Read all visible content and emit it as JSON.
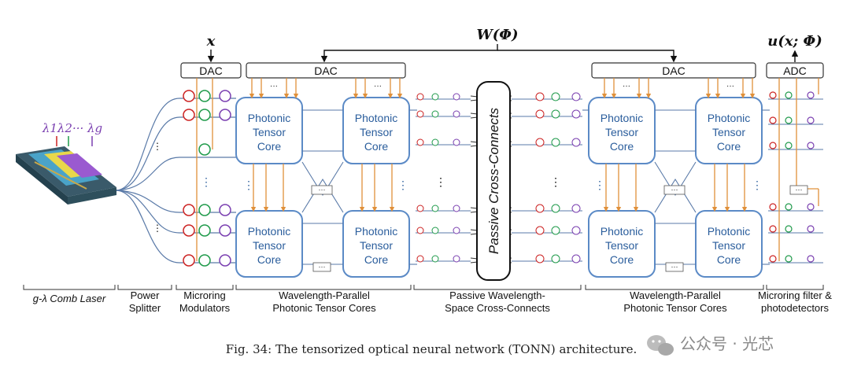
{
  "top": {
    "x_label": "x",
    "w_label": "W(Φ)",
    "u_label": "u(x; Φ)"
  },
  "buses": {
    "dac_1": "DAC",
    "dac_2": "DAC",
    "dac_3": "DAC",
    "adc": "ADC"
  },
  "laser": {
    "wavelengths": "λ1λ2··· λg"
  },
  "cores": {
    "line1": "Photonic",
    "line2": "Tensor",
    "line3": "Core"
  },
  "cross_connect": {
    "label": "Passive Cross-Connects"
  },
  "sections": [
    {
      "lines": [
        "g-λ Comb Laser"
      ]
    },
    {
      "lines": [
        "Power",
        "Splitter"
      ]
    },
    {
      "lines": [
        "Microring",
        "Modulators"
      ]
    },
    {
      "lines": [
        "Wavelength-Parallel",
        "Photonic Tensor Cores"
      ]
    },
    {
      "lines": [
        "Passive Wavelength-",
        "Space Cross-Connects"
      ]
    },
    {
      "lines": [
        "Wavelength-Parallel",
        "Photonic Tensor Cores"
      ]
    },
    {
      "lines": [
        "Microring filter &",
        "photodetectors"
      ]
    }
  ],
  "caption": "Fig. 34: The tensorized optical neural network (TONN) architecture.",
  "watermark": "公众号 · 光芯",
  "colors": {
    "core_border": "#5b8ac6",
    "core_text": "#2a5d9c",
    "orange": "#e0903a",
    "red": "#cc2222",
    "green": "#1f9a4a",
    "purple": "#7a3fb0",
    "line": "#5a7aa8"
  },
  "icons": [
    "laser-chip-icon",
    "wechat-icon"
  ]
}
